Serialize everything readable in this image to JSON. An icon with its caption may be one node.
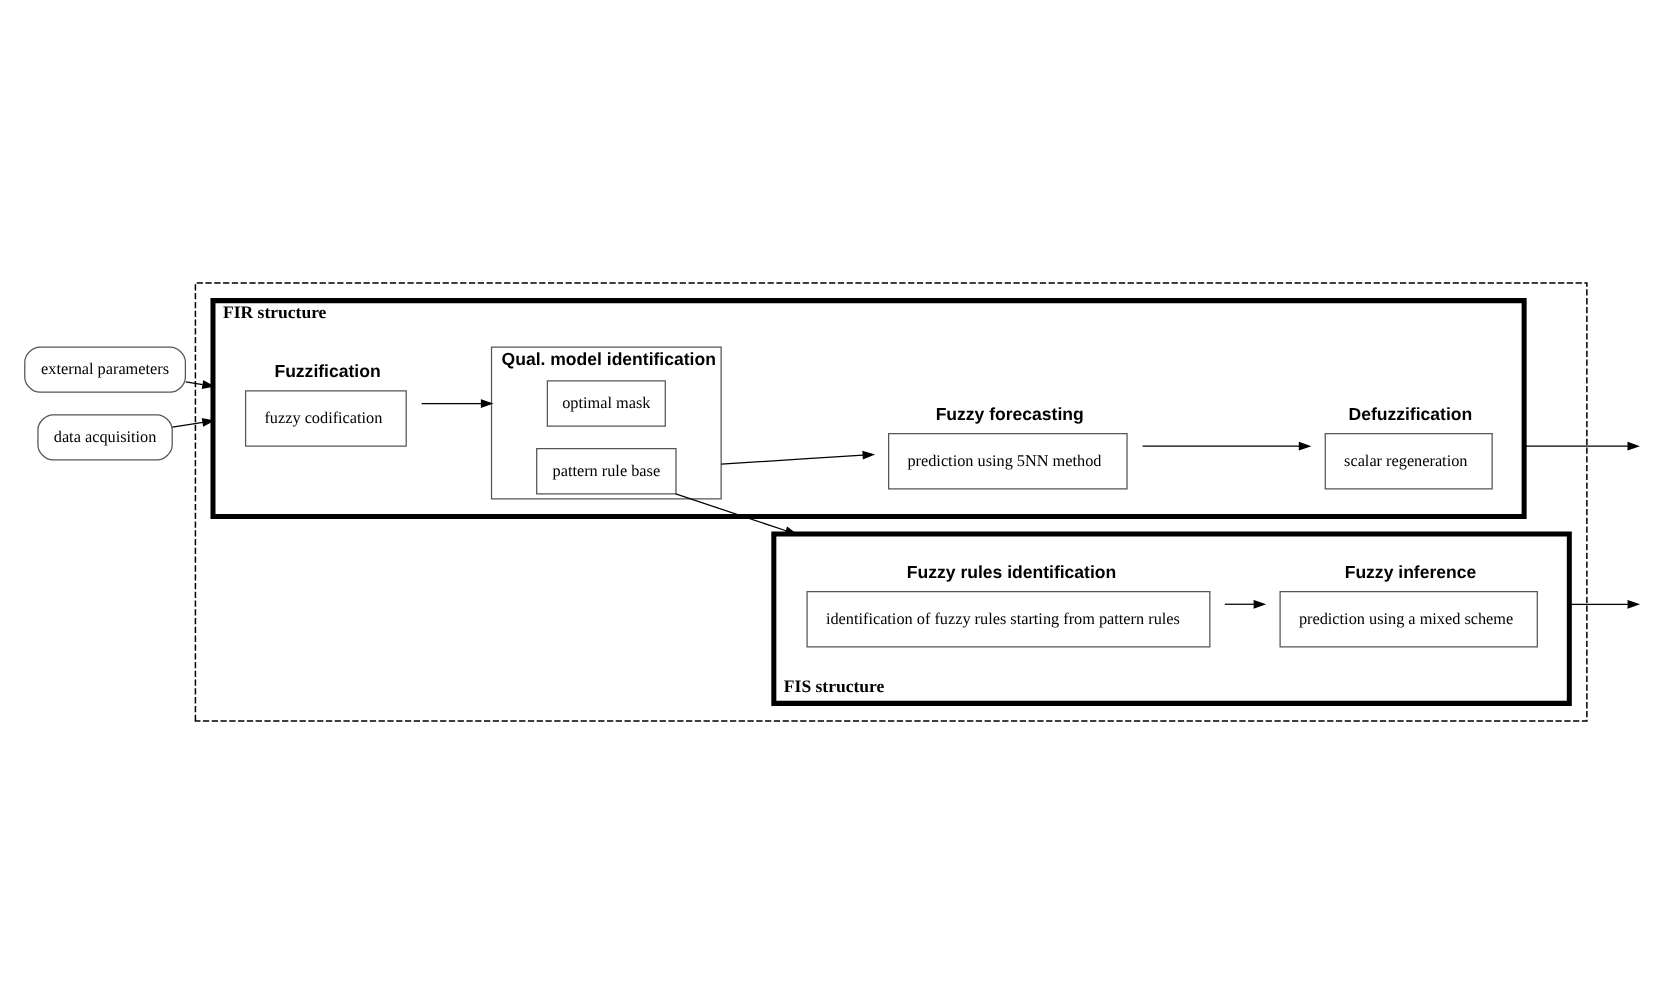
{
  "diagram": {
    "nodes": [
      {
        "text": [],
        "shape": "box"
      },
      {
        "text": [
          "external parameters"
        ]
      },
      {
        "text": [
          "data acquisition"
        ]
      },
      {
        "text": [
          "FIR structure"
        ],
        "in": 0
      },
      {
        "text": [
          "Fuzzification",
          "fuzzy codification"
        ],
        "in": 3
      },
      {
        "text": [
          "Qual. model identification"
        ],
        "in": 3
      },
      {
        "text": [
          "optimal mask"
        ],
        "in": 5
      },
      {
        "text": [
          "pattern rule base"
        ],
        "in": 5
      },
      {
        "text": [
          "Fuzzy forecasting",
          "prediction using 5NN method"
        ],
        "in": 3
      },
      {
        "text": [
          "Defuzzification",
          "scalar regeneration"
        ],
        "in": 3
      },
      {
        "text": [
          "FIS structure"
        ],
        "in": 0
      },
      {
        "text": [
          "Fuzzy rules identification",
          "identification of fuzzy rules starting from pattern rules"
        ],
        "in": 10
      },
      {
        "text": [
          "Fuzzy inference",
          "prediction using a mixed scheme"
        ],
        "in": 10
      }
    ],
    "edges": [
      {
        "from": 1,
        "to": 3,
        "arrow": "to"
      },
      {
        "from": 2,
        "to": 3,
        "arrow": "to"
      },
      {
        "from": 4,
        "to": 5,
        "arrow": "to"
      },
      {
        "from": 5,
        "to": 8,
        "arrow": "to"
      },
      {
        "from": 8,
        "to": 9,
        "arrow": "to"
      },
      {
        "from": 3,
        "to": null,
        "arrow": "to"
      },
      {
        "from": 7,
        "to": 10,
        "arrow": "to"
      },
      {
        "from": 11,
        "to": 12,
        "arrow": "to"
      },
      {
        "from": 10,
        "to": null,
        "arrow": "to"
      }
    ]
  }
}
